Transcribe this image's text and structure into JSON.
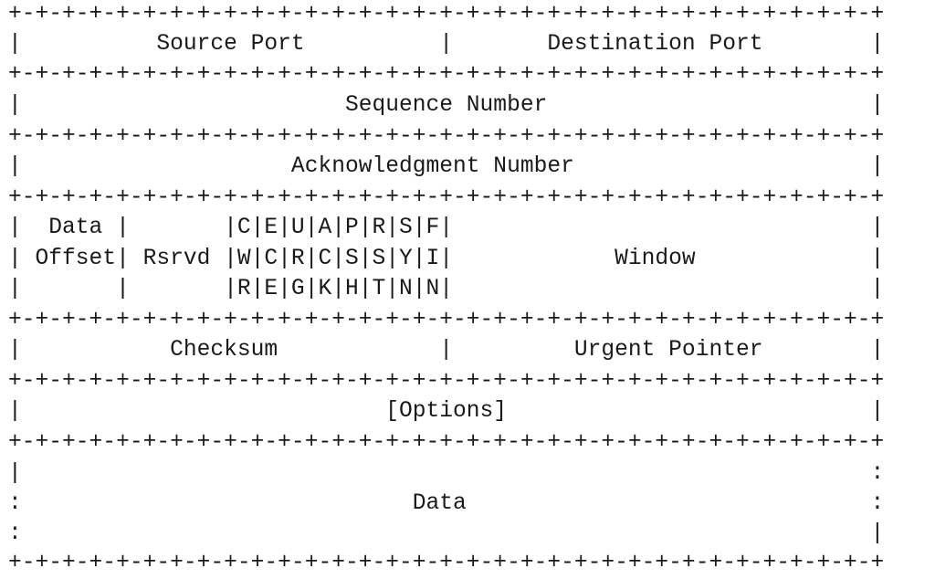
{
  "tcp_header": {
    "border_line": "+-+-+-+-+-+-+-+-+-+-+-+-+-+-+-+-+-+-+-+-+-+-+-+-+-+-+-+-+-+-+-+-+",
    "row_ports": "|          Source Port          |       Destination Port        |",
    "row_sequence": "|                        Sequence Number                        |",
    "row_ack": "|                    Acknowledgment Number                      |",
    "row_flags_1": "|  Data |       |C|E|U|A|P|R|S|F|                               |",
    "row_flags_2": "| Offset| Rsrvd |W|C|R|C|S|S|Y|I|            Window             |",
    "row_flags_3": "|       |       |R|E|G|K|H|T|N|N|                               |",
    "row_checksum": "|           Checksum            |         Urgent Pointer        |",
    "row_options": "|                           [Options]                           |",
    "row_data_1": "|                                                               :",
    "row_data_2": ":                             Data                              :",
    "row_data_3": ":                                                               |"
  }
}
